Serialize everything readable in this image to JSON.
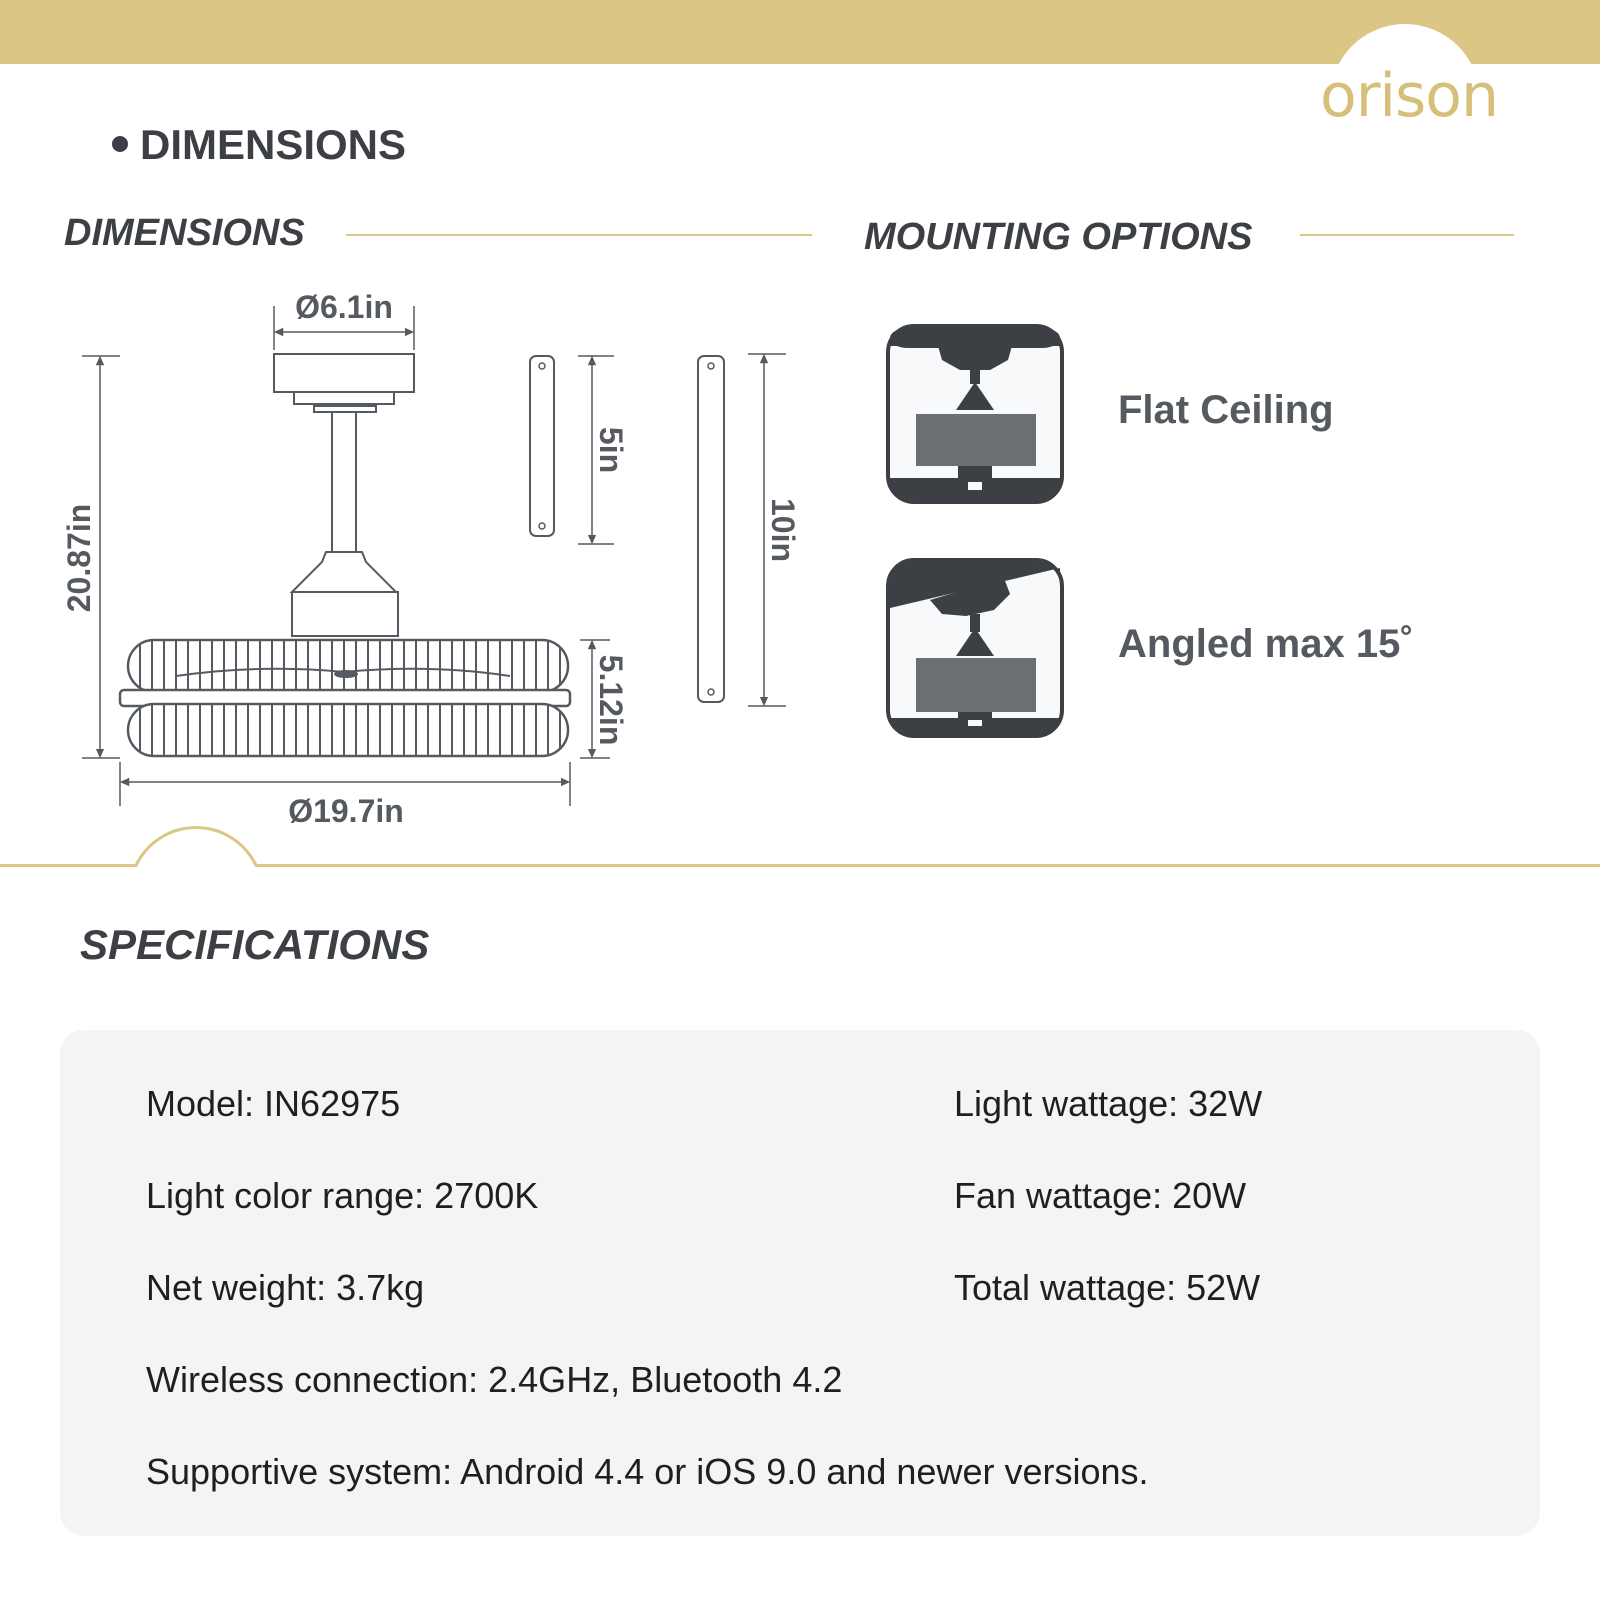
{
  "brand": {
    "logo_text": "orison",
    "accent": "#dcc685",
    "text_dark": "#3c3f44"
  },
  "main_heading": "DIMENSIONS",
  "dimensions_section": {
    "title": "DIMENSIONS",
    "labels": {
      "canopy_diameter": "Ø6.1in",
      "total_height": "20.87in",
      "short_rod": "5in",
      "long_rod": "10in",
      "cage_height": "5.12in",
      "fan_diameter": "Ø19.7in"
    }
  },
  "mounting_section": {
    "title": "MOUNTING OPTIONS",
    "options": [
      {
        "label": "Flat Ceiling",
        "icon": "flat-ceiling-icon"
      },
      {
        "label": "Angled max 15˚",
        "icon": "angled-ceiling-icon"
      }
    ]
  },
  "specifications": {
    "title": "SPECIFICATIONS",
    "items": [
      {
        "text": "Model: IN62975"
      },
      {
        "text": "Light wattage: 32W"
      },
      {
        "text": "Light color range: 2700K"
      },
      {
        "text": "Fan wattage: 20W"
      },
      {
        "text": "Net weight: 3.7kg"
      },
      {
        "text": "Total wattage: 52W"
      },
      {
        "text": "Wireless connection: 2.4GHz, Bluetooth 4.2"
      },
      {
        "text": "Supportive system: Android 4.4 or iOS 9.0 and newer versions."
      }
    ]
  }
}
